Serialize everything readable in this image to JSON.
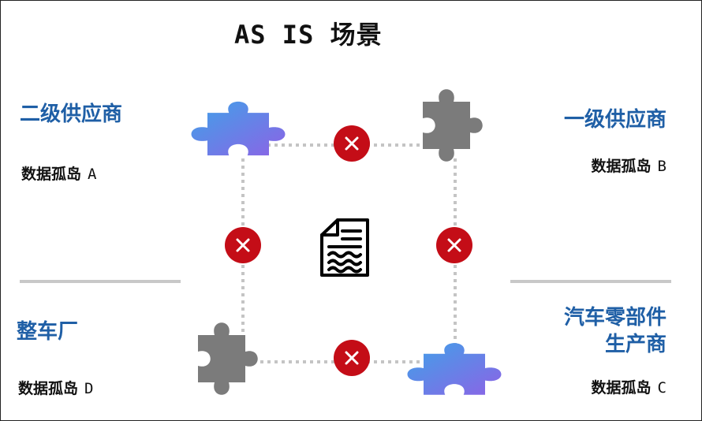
{
  "title": "AS IS 场景",
  "nodes": {
    "top_left": {
      "role": "二级供应商",
      "island": "数据孤岛",
      "letter": "A",
      "piece_color": "gradient-blue-purple"
    },
    "top_right": {
      "role": "一级供应商",
      "island": "数据孤岛",
      "letter": "B",
      "piece_color": "gray"
    },
    "bottom_right": {
      "role_line1": "汽车零部件",
      "role_line2": "生产商",
      "island": "数据孤岛",
      "letter": "C",
      "piece_color": "gradient-blue-purple"
    },
    "bottom_left": {
      "role": "整车厂",
      "island": "数据孤岛",
      "letter": "D",
      "piece_color": "gray"
    }
  },
  "center_icon": "document-icon",
  "link_status_icon": "x-circle-icon",
  "colors": {
    "role_text": "#1f5fa6",
    "x_badge": "#c40d17",
    "piece_gray": "#7b7b7b",
    "gradient_start": "#3fa2e8",
    "gradient_end": "#8c63e6",
    "dotted_line": "#c4c4c4",
    "divider": "#c8c8c8"
  }
}
